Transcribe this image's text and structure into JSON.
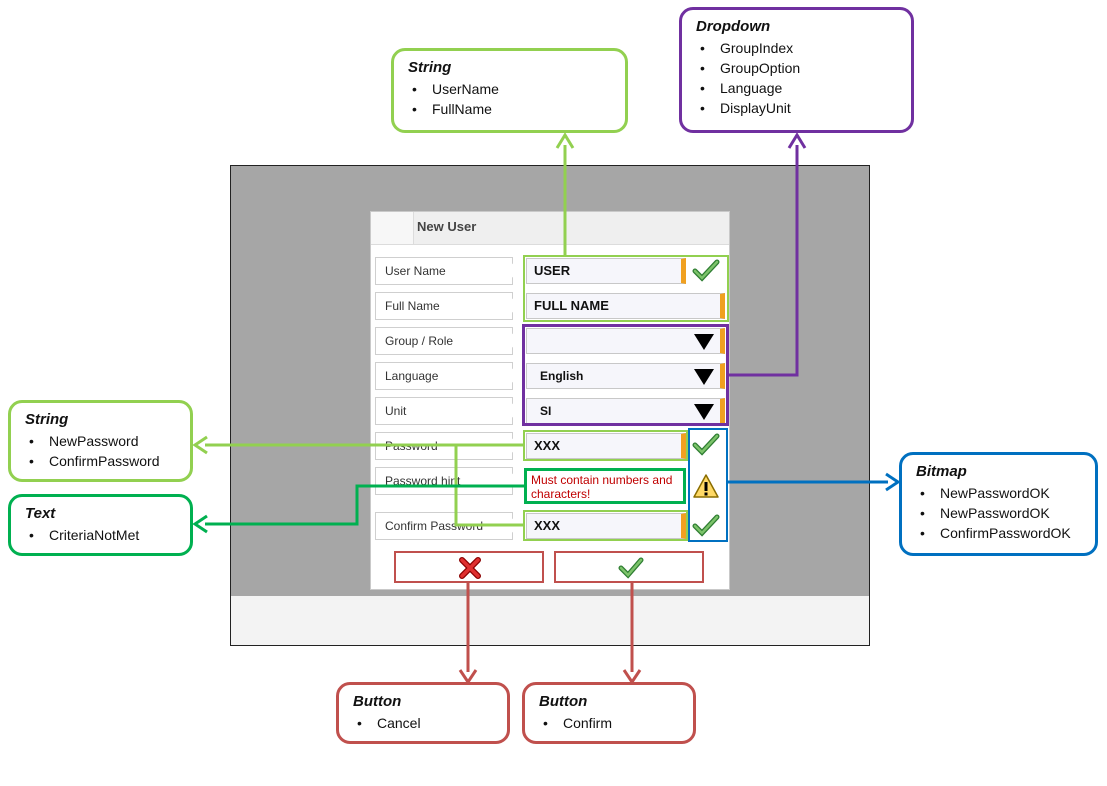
{
  "dialog": {
    "title": "New User",
    "labels": [
      "User Name",
      "Full Name",
      "Group / Role",
      "Language",
      "Unit",
      "Password",
      "Password hint",
      "Confirm Password"
    ],
    "fields": {
      "user_name": "USER",
      "full_name": "FULL NAME",
      "group_role": "",
      "language": "English",
      "unit": "SI",
      "password": "XXX",
      "confirm_password": "XXX",
      "criteria_text": "Must contain numbers and characters!"
    }
  },
  "annotations": {
    "string_top": {
      "title": "String",
      "items": [
        "UserName",
        "FullName"
      ]
    },
    "dropdown": {
      "title": "Dropdown",
      "items": [
        "GroupIndex",
        "GroupOption",
        "Language",
        "DisplayUnit"
      ]
    },
    "string_left": {
      "title": "String",
      "items": [
        "NewPassword",
        "ConfirmPassword"
      ]
    },
    "text": {
      "title": "Text",
      "items": [
        "CriteriaNotMet"
      ]
    },
    "bitmap": {
      "title": "Bitmap",
      "items": [
        "NewPasswordOK",
        "NewPasswordOK",
        "ConfirmPasswordOK"
      ]
    },
    "button_cancel": {
      "title": "Button",
      "items": [
        "Cancel"
      ]
    },
    "button_confirm": {
      "title": "Button",
      "items": [
        "Confirm"
      ]
    }
  },
  "colors": {
    "string": "#92d050",
    "dropdown": "#7030a0",
    "text": "#00b050",
    "bitmap": "#0070c0",
    "button": "#c0504d",
    "field_accent": "#f0a020"
  },
  "icons": {
    "ok": "check-icon",
    "warning": "warning-icon",
    "cancel": "cross-icon",
    "dropdown": "triangle-down-icon"
  }
}
